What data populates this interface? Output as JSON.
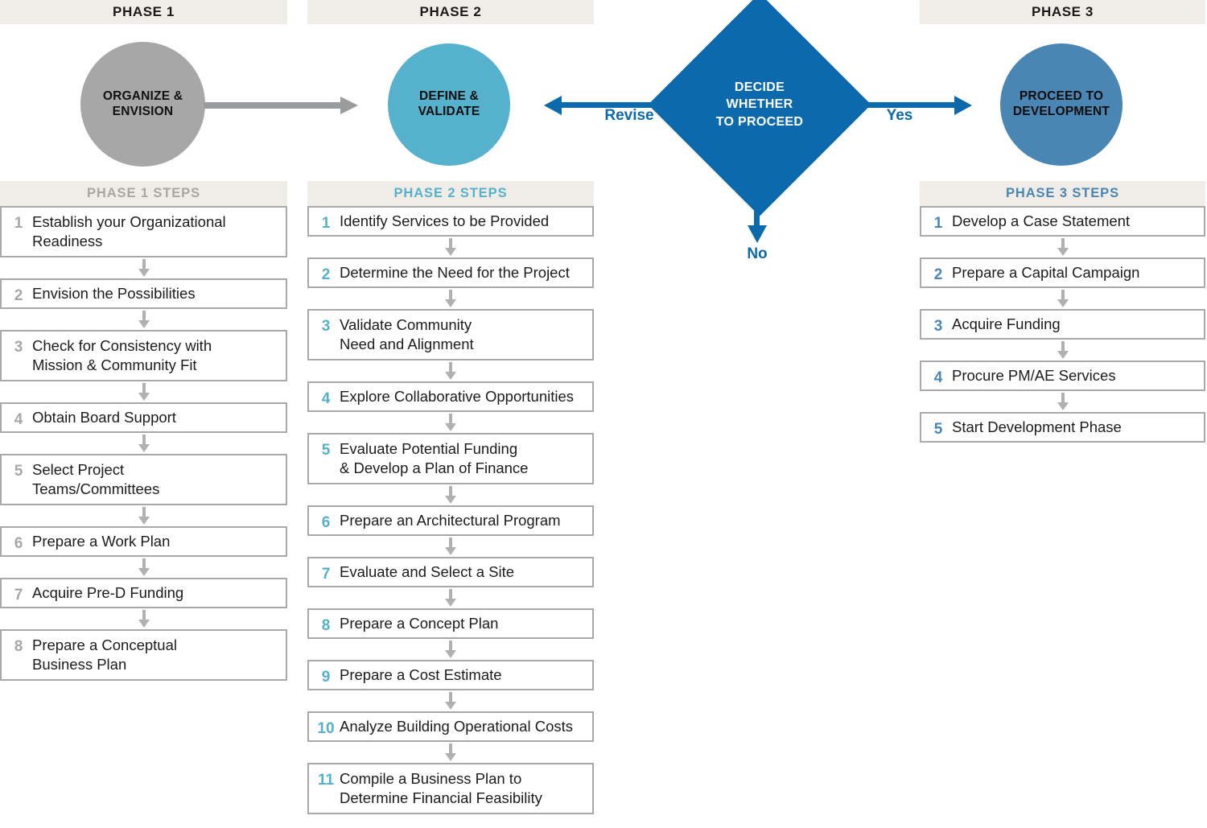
{
  "phases": [
    {
      "banner": "PHASE 1",
      "circle_label": "ORGANIZE &\nENVISION",
      "circle_color": "#a7a7a7",
      "steps_banner": "PHASE 1 STEPS",
      "accent": "#a9a6a3",
      "steps": [
        {
          "num": "1",
          "text": "Establish your Organizational\nReadiness",
          "lines": 2
        },
        {
          "num": "2",
          "text": "Envision the Possibilities",
          "lines": 1
        },
        {
          "num": "3",
          "text": "Check for Consistency with\nMission & Community Fit",
          "lines": 2
        },
        {
          "num": "4",
          "text": "Obtain Board Support",
          "lines": 1
        },
        {
          "num": "5",
          "text": "Select Project\nTeams/Committees",
          "lines": 2
        },
        {
          "num": "6",
          "text": "Prepare a Work Plan",
          "lines": 1
        },
        {
          "num": "7",
          "text": "Acquire Pre-D Funding",
          "lines": 1
        },
        {
          "num": "8",
          "text": "Prepare a Conceptual\nBusiness Plan",
          "lines": 2
        }
      ]
    },
    {
      "banner": "PHASE 2",
      "circle_label": "DEFINE &\nVALIDATE",
      "circle_color": "#55b1cc",
      "steps_banner": "PHASE 2 STEPS",
      "accent": "#55b1cc",
      "steps": [
        {
          "num": "1",
          "text": "Identify Services to be Provided",
          "lines": 1
        },
        {
          "num": "2",
          "text": "Determine the Need for the Project",
          "lines": 1
        },
        {
          "num": "3",
          "text": "Validate Community\nNeed and Alignment",
          "lines": 2
        },
        {
          "num": "4",
          "text": "Explore Collaborative Opportunities",
          "lines": 1
        },
        {
          "num": "5",
          "text": "Evaluate Potential Funding\n& Develop a Plan of Finance",
          "lines": 2
        },
        {
          "num": "6",
          "text": "Prepare an Architectural Program",
          "lines": 1
        },
        {
          "num": "7",
          "text": "Evaluate and Select a Site",
          "lines": 1
        },
        {
          "num": "8",
          "text": "Prepare a Concept Plan",
          "lines": 1
        },
        {
          "num": "9",
          "text": "Prepare a Cost Estimate",
          "lines": 1
        },
        {
          "num": "10",
          "text": "Analyze Building Operational Costs",
          "lines": 1
        },
        {
          "num": "11",
          "text": "Compile a Business Plan to\nDetermine Financial Feasibility",
          "lines": 2
        }
      ]
    },
    {
      "banner": "PHASE 3",
      "circle_label": "PROCEED TO\nDEVELOPMENT",
      "circle_color": "#4a86b4",
      "steps_banner": "PHASE 3 STEPS",
      "accent": "#4a86b4",
      "steps": [
        {
          "num": "1",
          "text": "Develop a Case Statement",
          "lines": 1
        },
        {
          "num": "2",
          "text": "Prepare a Capital Campaign",
          "lines": 1
        },
        {
          "num": "3",
          "text": "Acquire Funding",
          "lines": 1
        },
        {
          "num": "4",
          "text": "Procure PM/AE Services",
          "lines": 1
        },
        {
          "num": "5",
          "text": "Start Development Phase",
          "lines": 1
        }
      ]
    }
  ],
  "decision": {
    "label": "DECIDE\nWHETHER\nTO PROCEED",
    "color": "#0b69ac",
    "revise_label": "Revise",
    "yes_label": "Yes",
    "no_label": "No"
  },
  "connector": {
    "phase1_to_phase2_color": "#9a9b9d",
    "step_arrow_color": "#b0b1b3",
    "box_border_color": "#a8a9ab",
    "banner_bg": "#f0ece8"
  }
}
